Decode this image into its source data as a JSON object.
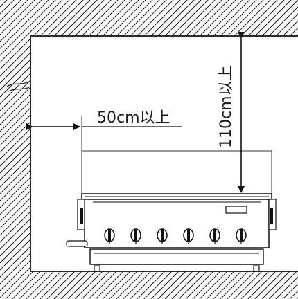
{
  "dimensions": {
    "side_clearance": "50cm以上",
    "top_clearance": "110cm以上"
  },
  "appliance": {
    "knob_count": 6
  }
}
